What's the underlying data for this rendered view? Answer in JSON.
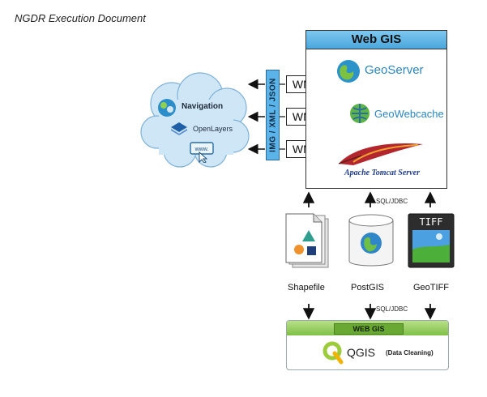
{
  "document": {
    "title": "NGDR Execution Document"
  },
  "web_gis": {
    "title": "Web GIS",
    "components": [
      "GeoServer",
      "GeoWebcache",
      "Apache Tomcat Server"
    ]
  },
  "wms_labels": [
    "WMS",
    "WMS",
    "WMS"
  ],
  "formats_label": "IMG / XML / JSON",
  "client_cloud": {
    "items": [
      "Navigation",
      "OpenLayers"
    ],
    "browser_label": "www."
  },
  "data_sources": [
    {
      "label": "Shapefile"
    },
    {
      "label": "PostGIS"
    },
    {
      "label": "GeoTIFF",
      "icon_text": "TIFF"
    }
  ],
  "connections": {
    "top_label": "SQL/JDBC",
    "bottom_label": "SQL/JDBC"
  },
  "desktop_box": {
    "title": "WEB GIS",
    "app": "QGIS",
    "note": "(Data Cleaning)"
  },
  "colors": {
    "web_gis_header": "#4aa6dc",
    "format_bar": "#5ab4ea",
    "desktop_header": "#7fbf45",
    "cloud": "#cfe6f7"
  },
  "icons": [
    "geoserver-icon",
    "geowebcache-icon",
    "tomcat-feather-icon",
    "navigation-icon",
    "openlayers-icon",
    "browser-cursor-icon",
    "shapefile-icon",
    "database-icon",
    "tiff-icon",
    "qgis-icon"
  ]
}
